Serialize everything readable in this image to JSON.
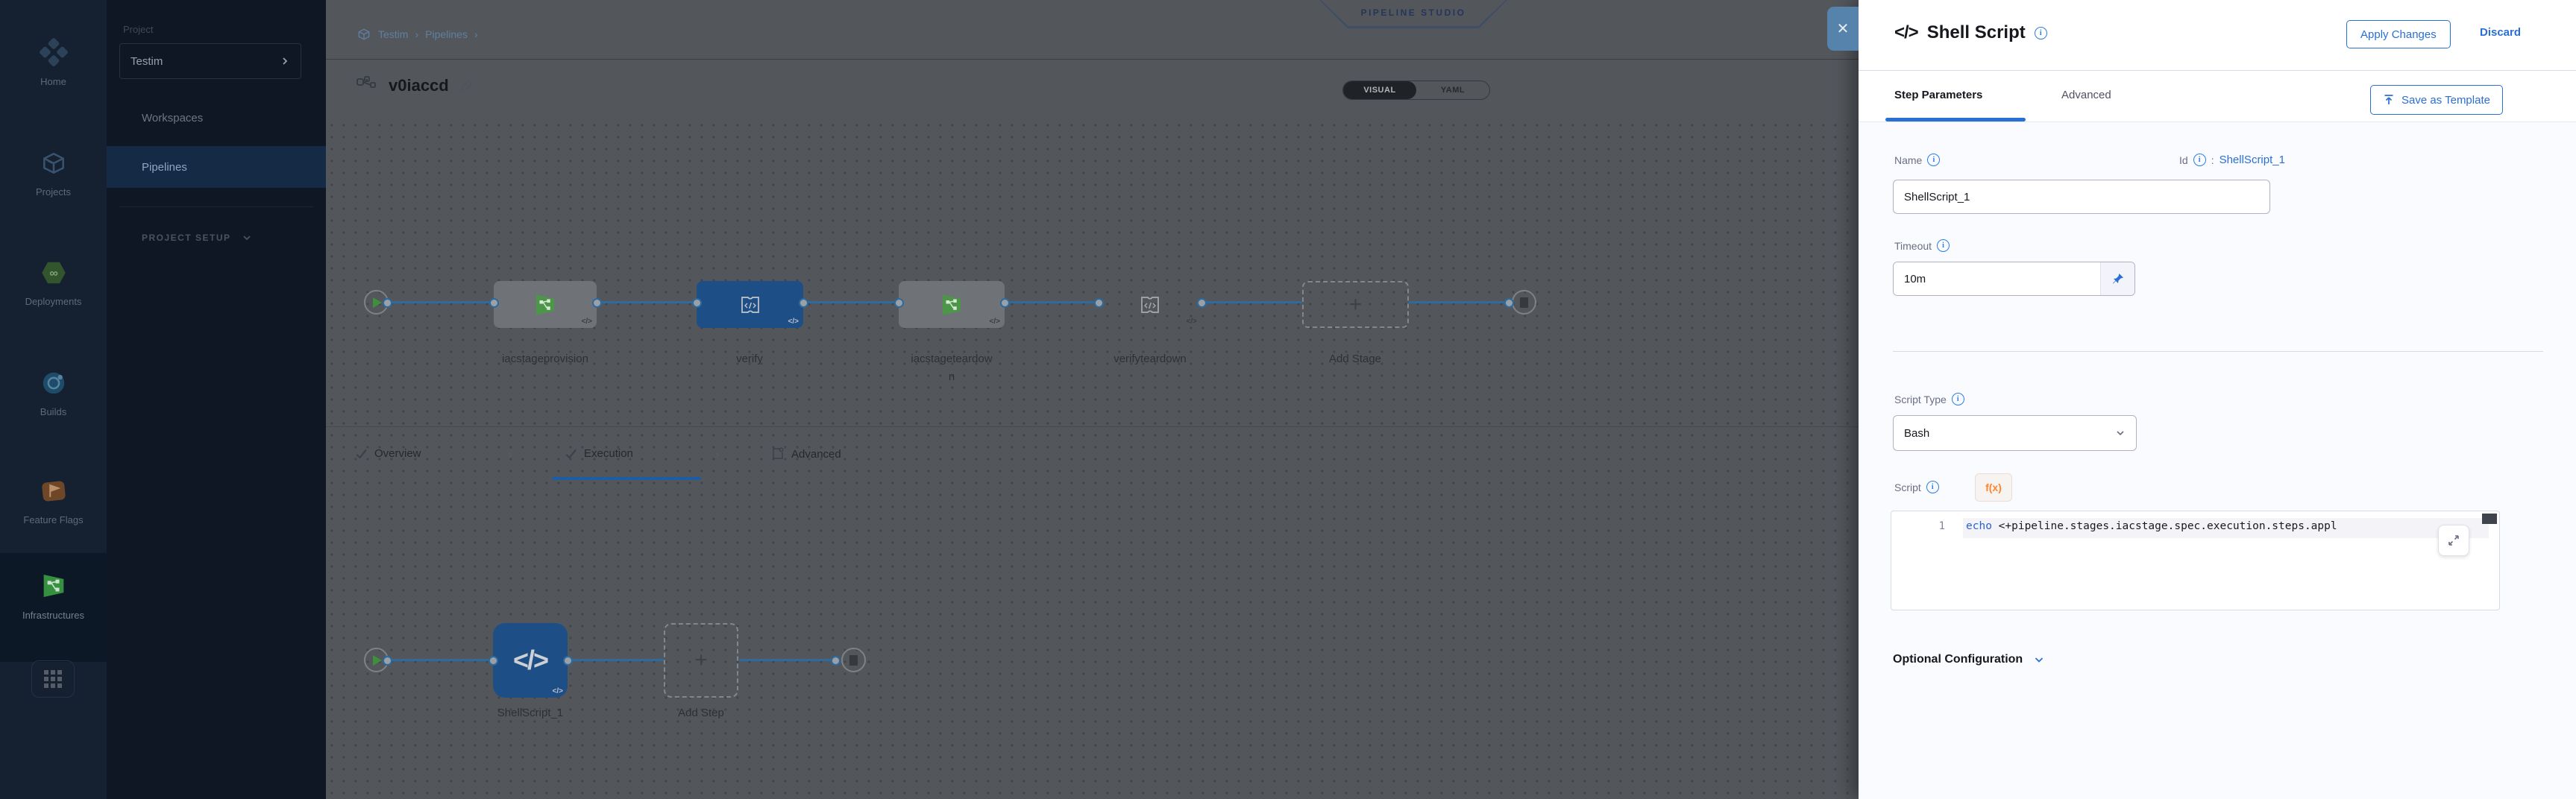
{
  "sidebar": {
    "items": [
      {
        "label": "Home"
      },
      {
        "label": "Projects"
      },
      {
        "label": "Deployments"
      },
      {
        "label": "Builds"
      },
      {
        "label": "Feature Flags"
      },
      {
        "label": "Infrastructures"
      }
    ]
  },
  "project_panel": {
    "label": "Project",
    "project_name": "Testim",
    "workspaces": "Workspaces",
    "pipelines": "Pipelines",
    "setup": "PROJECT SETUP"
  },
  "header": {
    "breadcrumb": [
      "Testim",
      "Pipelines"
    ],
    "separator": "›",
    "badge": "PIPELINE STUDIO",
    "title": "v0iaccd",
    "toggle": {
      "visual": "VISUAL",
      "yaml": "YAML"
    }
  },
  "pipeline": {
    "stages": [
      {
        "name": "iacstageprovision"
      },
      {
        "name": "verify"
      },
      {
        "name": "iacstageteardown"
      },
      {
        "name": "verifyteardown"
      }
    ],
    "add_stage": "Add Stage"
  },
  "tabs": {
    "overview": "Overview",
    "execution": "Execution",
    "advanced": "Advanced",
    "separator": "›"
  },
  "execution": {
    "step_name": "ShellScript_1",
    "add_step": "Add Step"
  },
  "glyphs": {
    "code_badge": "</>",
    "shell": "</>",
    "close": "✕",
    "plus": "+",
    "colon": ":",
    "info": "i"
  },
  "drawer": {
    "title": "Shell Script",
    "apply": "Apply Changes",
    "discard": "Discard",
    "tabs": {
      "step_parameters": "Step Parameters",
      "advanced": "Advanced"
    },
    "save_as_template": "Save as Template",
    "name_label": "Name",
    "name_value": "ShellScript_1",
    "id_label": "Id",
    "id_value": "ShellScript_1",
    "timeout_label": "Timeout",
    "timeout_value": "10m",
    "script_type_label": "Script Type",
    "script_type_value": "Bash",
    "script_label": "Script",
    "fx_badge": "f(x)",
    "editor": {
      "line_number": "1",
      "keyword": "echo",
      "code": " <+pipeline.stages.iacstage.spec.execution.steps.appl"
    },
    "optional_configuration": "Optional Configuration"
  },
  "colors": {
    "accent_blue": "#0278d5",
    "selected_node_blue": "#1d4e86",
    "infra_green": "#4c9747",
    "canvas_dimmed": "#53575c"
  }
}
